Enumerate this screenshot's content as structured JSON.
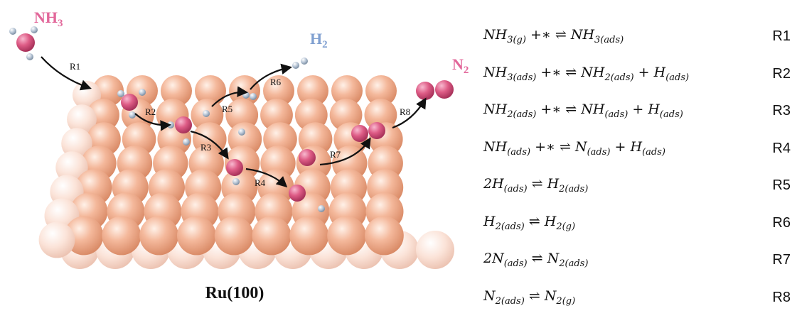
{
  "scene": {
    "surface_label": "Ru(100)",
    "species": {
      "nh3": {
        "main": "NH",
        "sub": "3"
      },
      "h2": {
        "main": "H",
        "sub": "2"
      },
      "n2": {
        "main": "N",
        "sub": "2"
      }
    },
    "steps": [
      "R1",
      "R2",
      "R3",
      "R4",
      "R5",
      "R6",
      "R7",
      "R8"
    ],
    "colors": {
      "ru_atom": "#f2a988",
      "n_atom": "#d9547a",
      "h_atom": "#a9b9cc",
      "nh3_label": "#e2679a",
      "h2_label": "#7f9fd0",
      "n2_label": "#e2679a"
    }
  },
  "reactions": [
    {
      "id": "R1",
      "parts": [
        [
          "NH",
          "3(g)"
        ],
        [
          " +∗ ⇌ ",
          ""
        ],
        [
          "NH",
          "3(ads)"
        ]
      ]
    },
    {
      "id": "R2",
      "parts": [
        [
          "NH",
          "3(ads)"
        ],
        [
          " +∗ ⇌ ",
          ""
        ],
        [
          "NH",
          "2(ads)"
        ],
        [
          " + ",
          ""
        ],
        [
          "H",
          "(ads)"
        ]
      ]
    },
    {
      "id": "R3",
      "parts": [
        [
          "NH",
          "2(ads)"
        ],
        [
          " +∗ ⇌ ",
          ""
        ],
        [
          "NH",
          "(ads)"
        ],
        [
          " + ",
          ""
        ],
        [
          "H",
          "(ads)"
        ]
      ]
    },
    {
      "id": "R4",
      "parts": [
        [
          "NH",
          "(ads)"
        ],
        [
          " +∗ ⇌ ",
          ""
        ],
        [
          "N",
          "(ads)"
        ],
        [
          " + ",
          ""
        ],
        [
          "H",
          "(ads)"
        ]
      ]
    },
    {
      "id": "R5",
      "parts": [
        [
          "2H",
          "(ads)"
        ],
        [
          " ⇌ ",
          ""
        ],
        [
          "H",
          "2(ads)"
        ]
      ]
    },
    {
      "id": "R6",
      "parts": [
        [
          "H",
          "2(ads)"
        ],
        [
          " ⇌ ",
          ""
        ],
        [
          "H",
          "2(g)"
        ]
      ]
    },
    {
      "id": "R7",
      "parts": [
        [
          "2N",
          "(ads)"
        ],
        [
          " ⇌ ",
          ""
        ],
        [
          "N",
          "2(ads)"
        ]
      ]
    },
    {
      "id": "R8",
      "parts": [
        [
          "N",
          "2(ads)"
        ],
        [
          " ⇌ ",
          ""
        ],
        [
          "N",
          "2(g)"
        ]
      ]
    }
  ]
}
